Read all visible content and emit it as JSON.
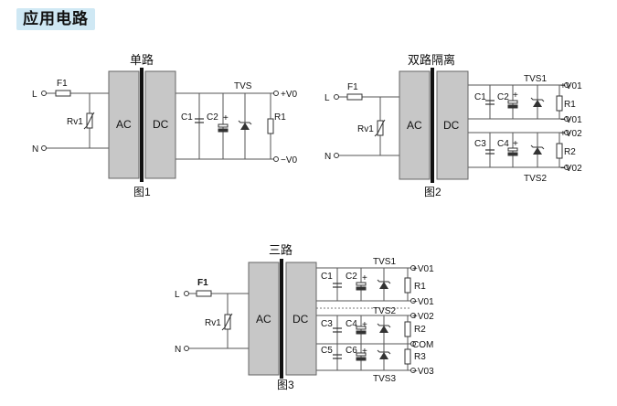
{
  "header": {
    "title": "应用电路"
  },
  "diagram1": {
    "title": "单路",
    "caption": "图1",
    "line_L": "L",
    "line_N": "N",
    "fuse": "F1",
    "varistor": "Rv1",
    "ac": "AC",
    "dc": "DC",
    "c1": "C1",
    "c2": "C2",
    "plus": "+",
    "tvs": "TVS",
    "r1": "R1",
    "vplus": "+V0",
    "vminus": "−V0"
  },
  "diagram2": {
    "title": "双路隔离",
    "caption": "图2",
    "line_L": "L",
    "line_N": "N",
    "fuse": "F1",
    "varistor": "Rv1",
    "ac": "AC",
    "dc": "DC",
    "c1": "C1",
    "c2": "C2",
    "c3": "C3",
    "c4": "C4",
    "plus": "+",
    "tvs1": "TVS1",
    "tvs2": "TVS2",
    "r1": "R1",
    "r2": "R2",
    "vo1p": "+V01",
    "vo1n": "−V01",
    "vo2p": "+V02",
    "vo2n": "−V02"
  },
  "diagram3": {
    "title": "三路",
    "caption": "图3",
    "line_L": "L",
    "line_N": "N",
    "fuse": "F1",
    "varistor": "Rv1",
    "ac": "AC",
    "dc": "DC",
    "c1": "C1",
    "c2": "C2",
    "c3": "C3",
    "c4": "C4",
    "c5": "C5",
    "c6": "C6",
    "plus": "+",
    "tvs1": "TVS1",
    "tvs2": "TVS2",
    "tvs3": "TVS3",
    "r1": "R1",
    "r2": "R2",
    "r3": "R3",
    "vo1p": "+V01",
    "vo1n": "−V01",
    "vo2p": "+V02",
    "com": "COM",
    "vo3n": "−V03"
  }
}
